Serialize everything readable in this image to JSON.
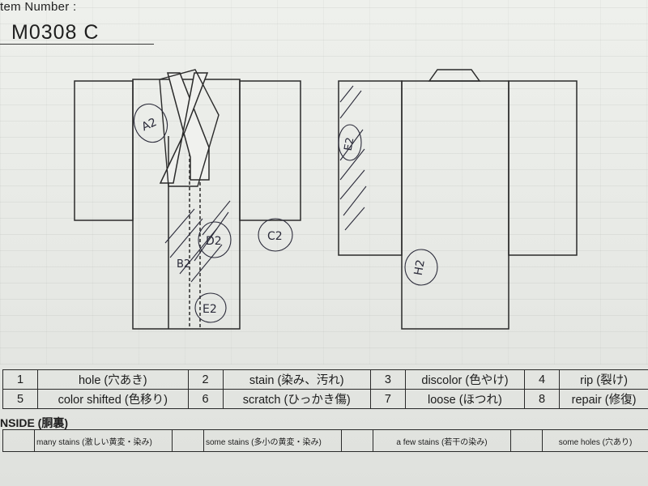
{
  "header": {
    "label": "tem Number :",
    "value": "M0308   C"
  },
  "legend": [
    [
      {
        "num": "1",
        "term": "hole (穴あき)"
      },
      {
        "num": "2",
        "term": "stain (染み、汚れ)"
      },
      {
        "num": "3",
        "term": "discolor (色やけ)"
      },
      {
        "num": "4",
        "term": "rip (裂け)"
      }
    ],
    [
      {
        "num": "5",
        "term": "color shifted (色移り)"
      },
      {
        "num": "6",
        "term": "scratch (ひっかき傷)"
      },
      {
        "num": "7",
        "term": "loose (ほつれ)"
      },
      {
        "num": "8",
        "term": "repair (修復)"
      }
    ]
  ],
  "inside": {
    "title": "NSIDE (胴裏)",
    "grades": [
      "many stains (激しい黄変・染み)",
      "some stains (多小の黄変・染み)",
      "a few stains (若干の染み)",
      "some holes (穴あり)"
    ]
  },
  "marks": {
    "front": [
      "A2",
      "D2",
      "B2",
      "C2",
      "E2"
    ],
    "back": [
      "E2",
      "H2"
    ]
  },
  "colors": {
    "ink": "#2b2b3a",
    "line": "#2a2a2a",
    "paper": "#e9ebe8"
  }
}
